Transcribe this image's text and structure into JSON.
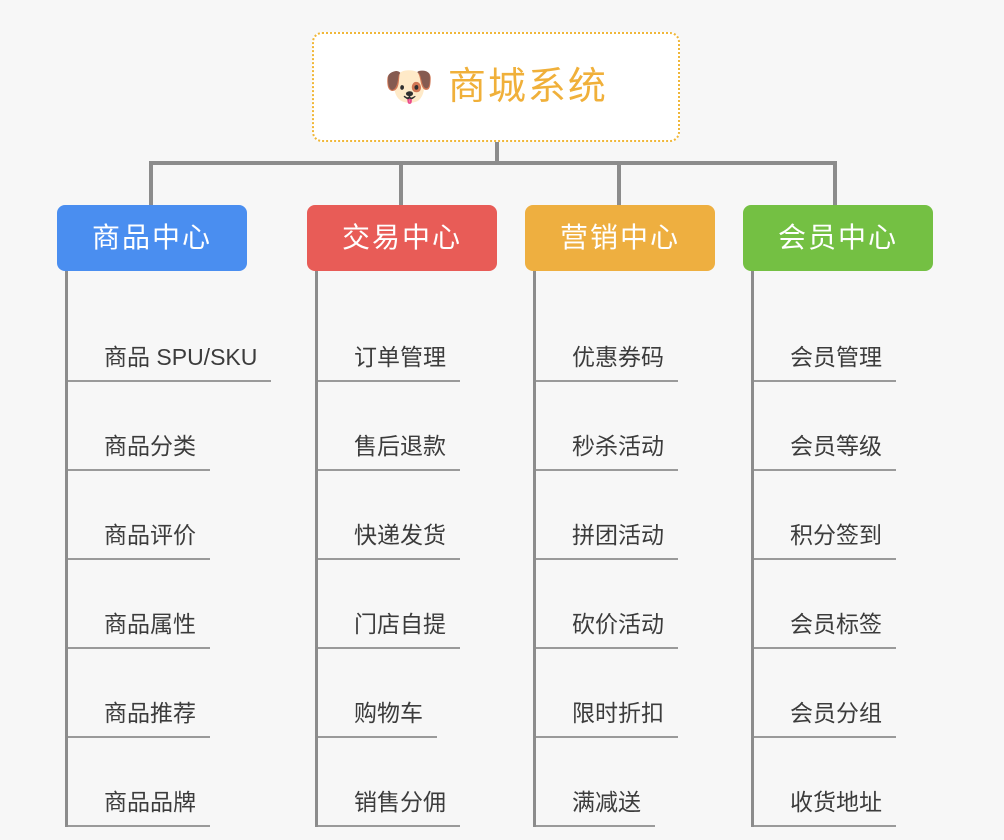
{
  "page": {
    "background_color": "#f7f7f7",
    "type": "org-chart"
  },
  "root": {
    "icon": "dog-face-icon",
    "emoji": "🐶",
    "title": "商城系统",
    "text_color": "#f0b03a",
    "border_color": "#f0b739",
    "border_style": "dotted",
    "background_color": "#ffffff"
  },
  "connector": {
    "color": "#8c8c8c"
  },
  "chart_data": {
    "type": "tree",
    "title": "商城系统",
    "root_label": "商城系统",
    "columns": [
      {
        "label": "商品中心",
        "color": "#4a8ef0",
        "items": [
          "商品 SPU/SKU",
          "商品分类",
          "商品评价",
          "商品属性",
          "商品推荐",
          "商品品牌"
        ]
      },
      {
        "label": "交易中心",
        "color": "#e85c57",
        "items": [
          "订单管理",
          "售后退款",
          "快递发货",
          "门店自提",
          "购物车",
          "销售分佣"
        ]
      },
      {
        "label": "营销中心",
        "color": "#eeaf40",
        "items": [
          "优惠券码",
          "秒杀活动",
          "拼团活动",
          "砍价活动",
          "限时折扣",
          "满减送"
        ]
      },
      {
        "label": "会员中心",
        "color": "#74c043",
        "items": [
          "会员管理",
          "会员等级",
          "积分签到",
          "会员标签",
          "会员分组",
          "收货地址"
        ]
      }
    ]
  }
}
